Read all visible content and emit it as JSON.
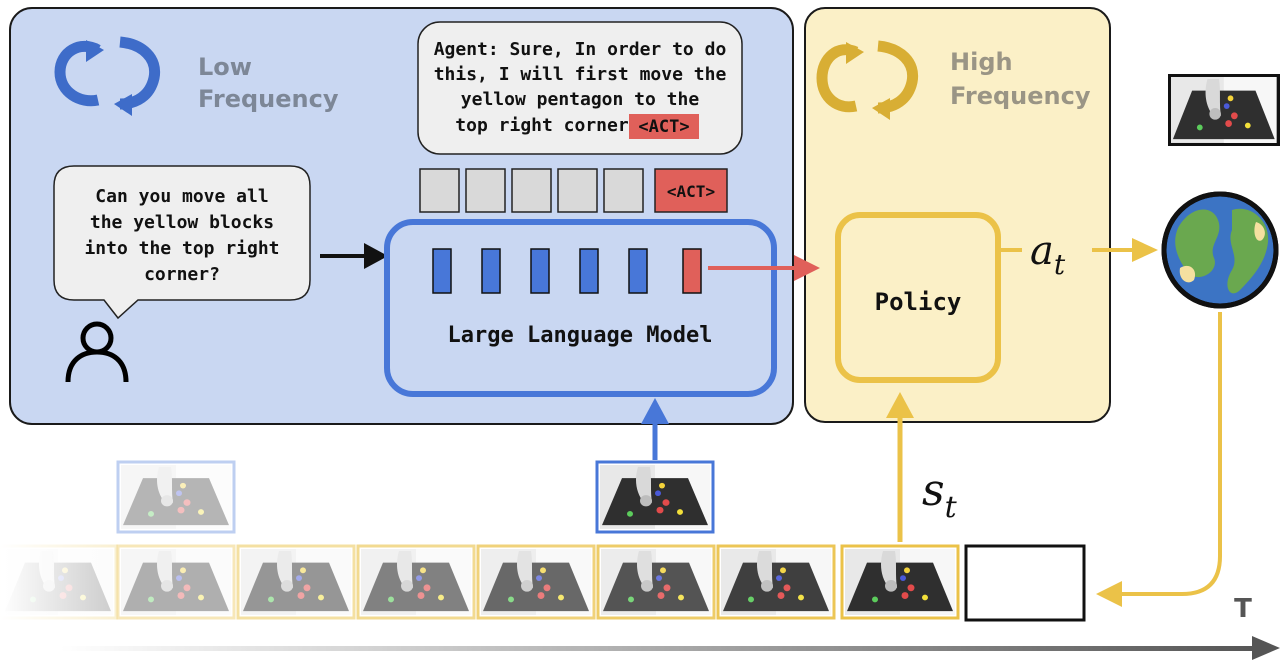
{
  "low_freq": {
    "title_line1": "Low",
    "title_line2": "Frequency"
  },
  "high_freq": {
    "title_line1": "High",
    "title_line2": "Frequency"
  },
  "user_bubble": {
    "lines": [
      "Can you move all",
      "the yellow blocks",
      "into the top right",
      "corner?"
    ]
  },
  "agent_bubble": {
    "lines": [
      "Agent: Sure, In order to do",
      "this, I will first move the",
      "yellow pentagon to the",
      "top right corner"
    ],
    "act_tag": "<ACT>"
  },
  "token_row": {
    "act_label": "<ACT>"
  },
  "llm": {
    "label": "Large Language Model"
  },
  "policy": {
    "label": "Policy"
  },
  "symbols": {
    "action": "a",
    "action_sub": "t",
    "state": "s",
    "state_sub": "t"
  },
  "timeline": {
    "axis_label": "T"
  },
  "colors": {
    "low_panel": "#c9d7f2",
    "high_panel": "#fbf0c7",
    "blue": "#4877d8",
    "yellow": "#ebc248",
    "red": "#e0605a",
    "bubble": "#efefef"
  }
}
